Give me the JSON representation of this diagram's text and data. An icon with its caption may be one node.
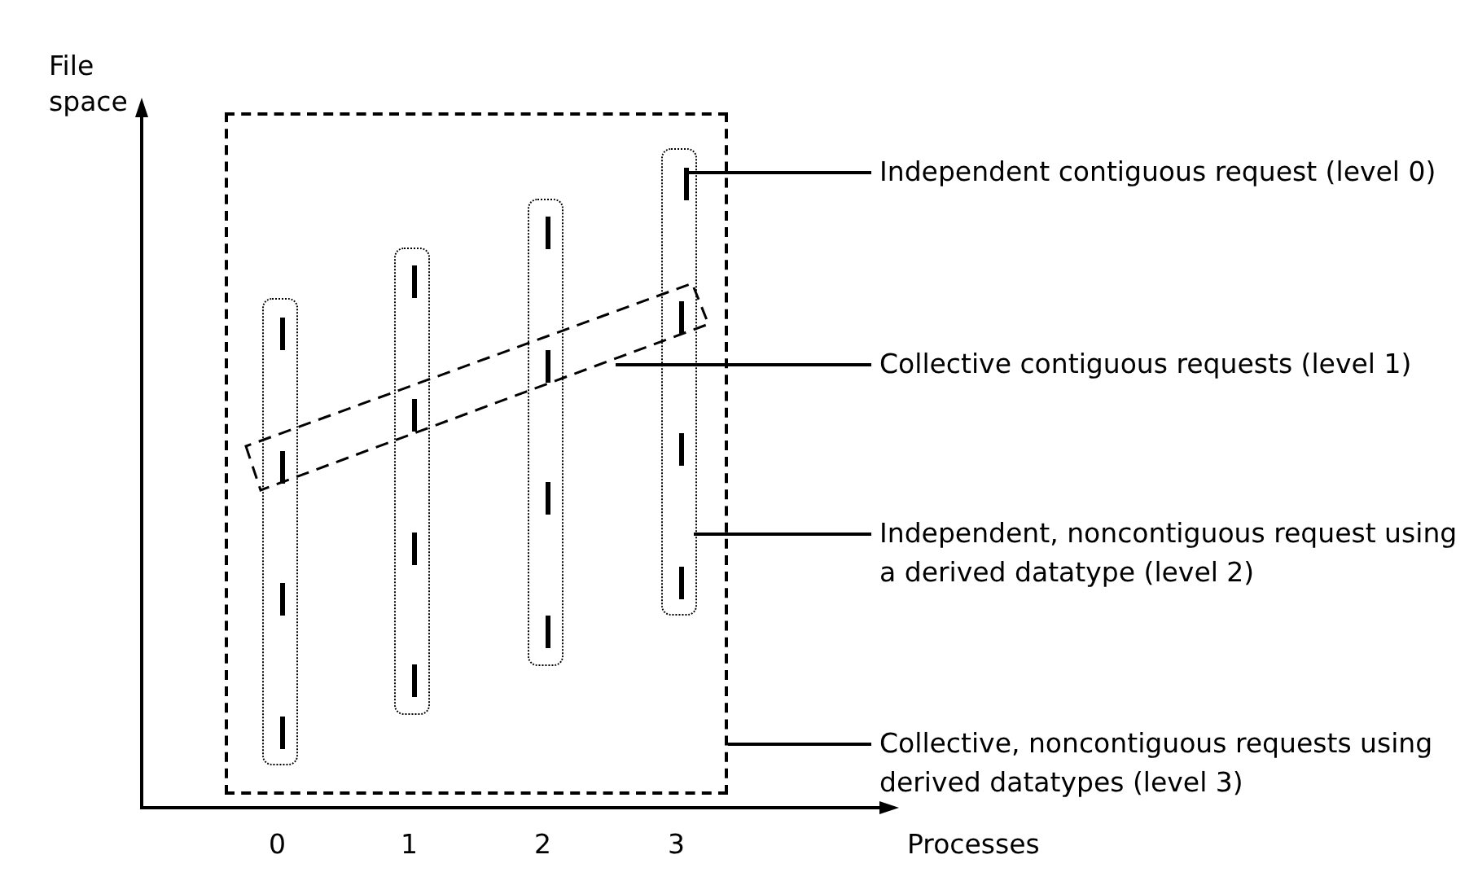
{
  "diagram": {
    "nodes": [
      {
        "text": [],
        "shape": "box"
      },
      {
        "text": [],
        "shape": "box",
        "in": 0
      },
      {
        "text": [],
        "shape": "box",
        "in": 0
      },
      {
        "text": [],
        "shape": "box",
        "in": 0
      },
      {
        "text": [],
        "shape": "box",
        "in": 0
      },
      {
        "text": [],
        "shape": "box",
        "in": 0
      },
      {
        "text": [],
        "shape": "bar",
        "in": 4
      },
      {
        "text": [
          "Independent contiguous request (level 0)"
        ]
      },
      {
        "text": [
          "Collective contiguous requests (level 1)"
        ]
      },
      {
        "text": [
          "Independent, noncontiguous request using a derived datatype (level 2)"
        ]
      },
      {
        "text": [
          "Collective, noncontiguous requests using derived datatypes (level 3)"
        ]
      }
    ],
    "edges": [
      {
        "from": 7,
        "to": 6,
        "arrow": "none"
      },
      {
        "from": 8,
        "to": 5,
        "arrow": "none"
      },
      {
        "from": 9,
        "to": 4,
        "arrow": "none"
      },
      {
        "from": 10,
        "to": 0,
        "arrow": "none"
      }
    ],
    "labels": [
      "File space",
      "0",
      "1",
      "2",
      "3",
      "Processes"
    ]
  }
}
